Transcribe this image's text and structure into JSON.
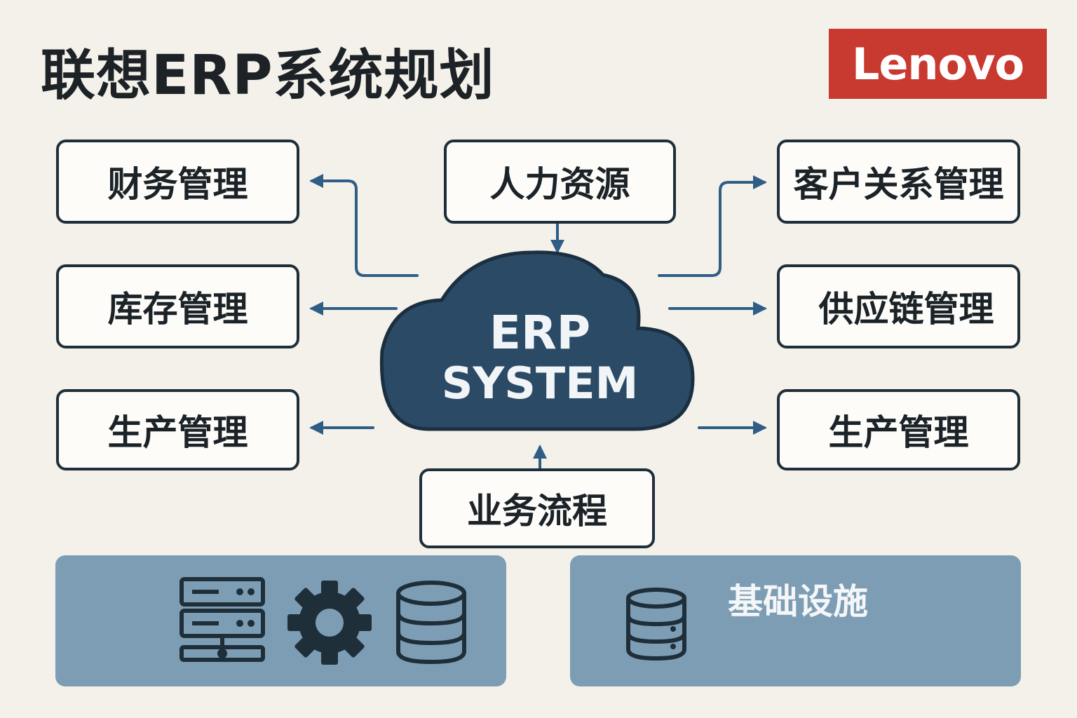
{
  "title": "联想ERP系统规划",
  "logo": "Lenovo",
  "center": {
    "line1": "ERP",
    "line2": "SYSTEM"
  },
  "modules": {
    "finance": "财务管理",
    "hr": "人力资源",
    "crm": "客户关系管理",
    "inventory": "库存管理",
    "supply_chain": "供应链管理",
    "production_left": "生产管理",
    "production_right": "生产管理",
    "business_process": "业务流程"
  },
  "infrastructure": {
    "label": "基础设施",
    "icons": [
      "server-rack-icon",
      "gear-icon",
      "database-icon",
      "database-icon"
    ]
  },
  "colors": {
    "background": "#f4f1ea",
    "cloud": "#2b4a66",
    "arrow": "#2f5d86",
    "panel": "#7d9db5",
    "logo": "#c8392f"
  }
}
